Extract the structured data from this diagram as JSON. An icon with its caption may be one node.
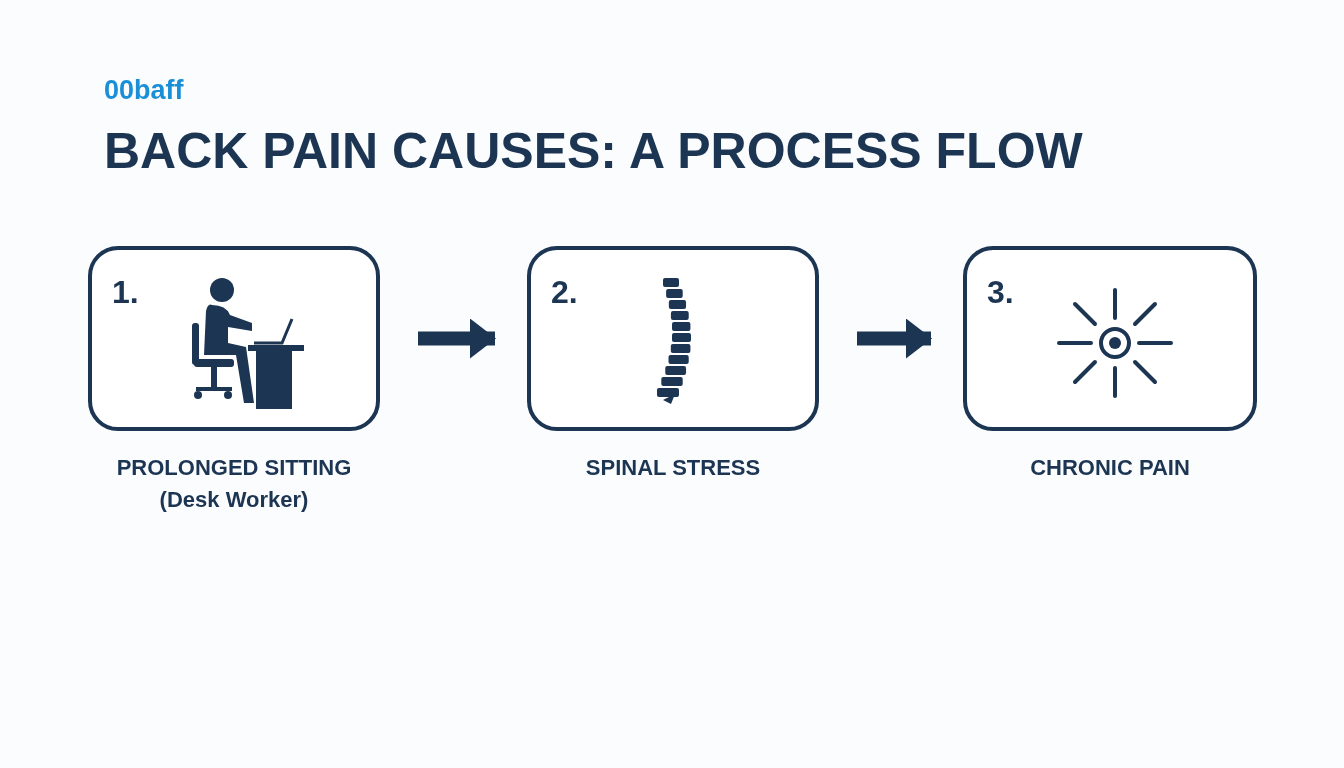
{
  "diagram": {
    "title": "BACK PAIN CAUSES: A PROCESS FLOW",
    "nodes": [
      {
        "text": [
          "1."
        ],
        "beside": [
          "PROLONGED SITTING (Desk Worker)"
        ]
      },
      {
        "text": [
          "2."
        ],
        "beside": [
          "SPINAL STRESS"
        ]
      },
      {
        "text": [
          "3."
        ],
        "beside": [
          "CHRONIC PAIN"
        ]
      }
    ],
    "edges": [
      {
        "from": 0,
        "to": 1,
        "arrow": "to"
      },
      {
        "from": 1,
        "to": 2,
        "arrow": "to"
      }
    ],
    "labels": [
      "00baff"
    ]
  }
}
